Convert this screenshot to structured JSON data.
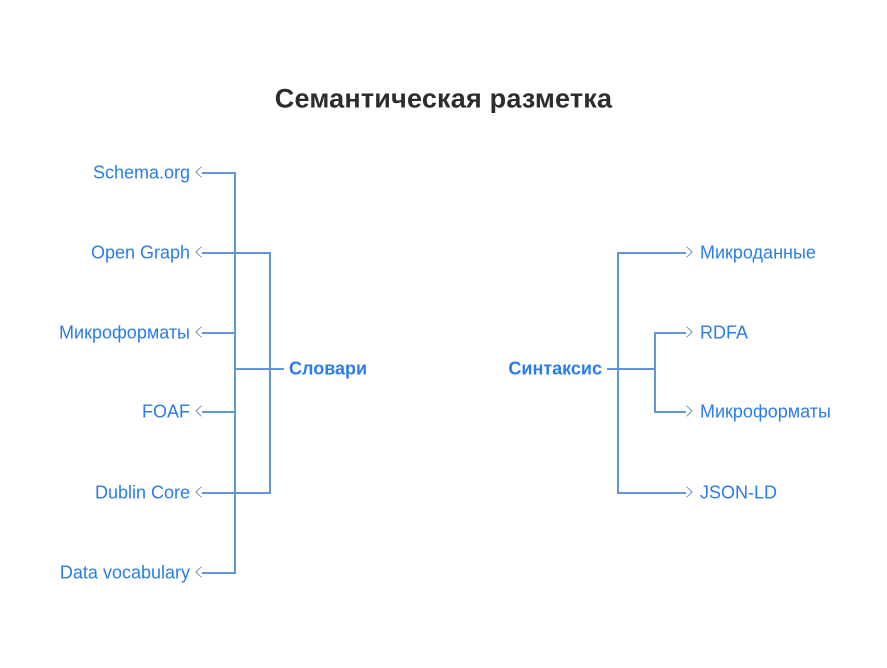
{
  "title": "Семантическая разметка",
  "colors": {
    "accent": "#2b7ce9",
    "line": "#6394d6",
    "heading": "#2d2d2d",
    "background": "#ffffff"
  },
  "left_tree": {
    "root": "Словари",
    "items": [
      {
        "label": "Schema.org"
      },
      {
        "label": "Open Graph"
      },
      {
        "label": "Микроформаты"
      },
      {
        "label": "FOAF"
      },
      {
        "label": "Dublin Core"
      },
      {
        "label": "Data vocabulary"
      }
    ]
  },
  "right_tree": {
    "root": "Синтаксис",
    "items": [
      {
        "label": "Микроданные"
      },
      {
        "label": "RDFA"
      },
      {
        "label": "Микроформаты"
      },
      {
        "label": "JSON-LD"
      }
    ]
  }
}
